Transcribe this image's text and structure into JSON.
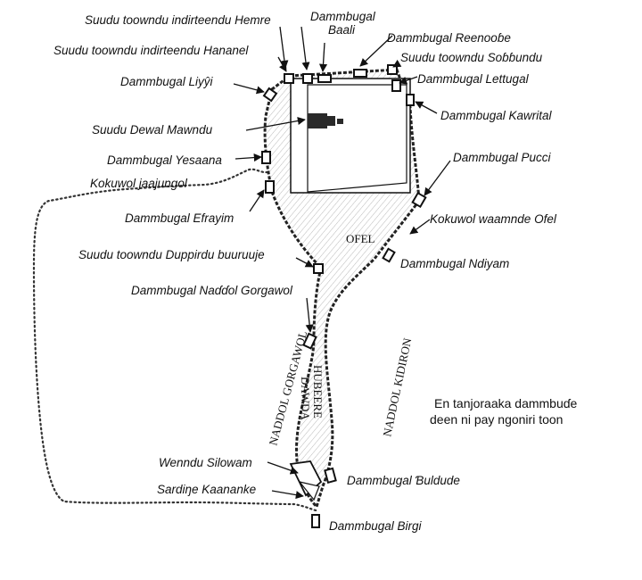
{
  "labels": {
    "gate_hemre": "Suudu toowndu indirteendu Hemre",
    "tower_baali": "Dammbugal\nBaali",
    "tower_reenoobe": "Dammbugal Reenooɓe",
    "gate_hananel": "Suudu toowndu indirteendu Hananel",
    "gate_sobbundu": "Suudu toowndu Soɓɓundu",
    "tower_liyyi": "Dammbugal Liyŷi",
    "tower_lettugal": "Dammbugal Lettugal",
    "tower_kawrital": "Dammbugal Kawrital",
    "gate_dewal_mawndu": "Suudu Dewal Mawndu",
    "tower_yesaana": "Dammbugal Yesaana",
    "tower_pucci": "Dammbugal Pucci",
    "wall_jaajungol": "Kokuwol jaajungol",
    "tower_efrayim": "Dammbugal Efrayim",
    "wall_waamnde_ofel": "Kokuwol waamnde Ofel",
    "area_ofel": "OFEL",
    "gate_duppirdu": "Suudu toowndu Duppirdu buuruuje",
    "tower_ndiyam": "Dammbugal Ndiyam",
    "tower_naddol": "Dammbugal Naɗɗol Gorgawol",
    "valley_gorgawol": "NADDOL GORGAWOL",
    "hubeere_dawda_1": "HUBEERE",
    "hubeere_dawda_2": "DAWDA",
    "valley_kidiron": "NADDOL KIDIRON",
    "note_line1": "En tanjoraaka dammbuɗe",
    "note_line2": "deen ni pay ngoniri toon",
    "pool_silowam": "Wenndu Silowam",
    "garden_kaananke": "Sardiŋe Kaananke",
    "tower_buldude": "Dammbugal Ɓuldude",
    "tower_birgi": "Dammbugal Birgi"
  },
  "colors": {
    "ink": "#111111",
    "hatch": "#9a9a9a",
    "temple": "#2a2a2a"
  }
}
